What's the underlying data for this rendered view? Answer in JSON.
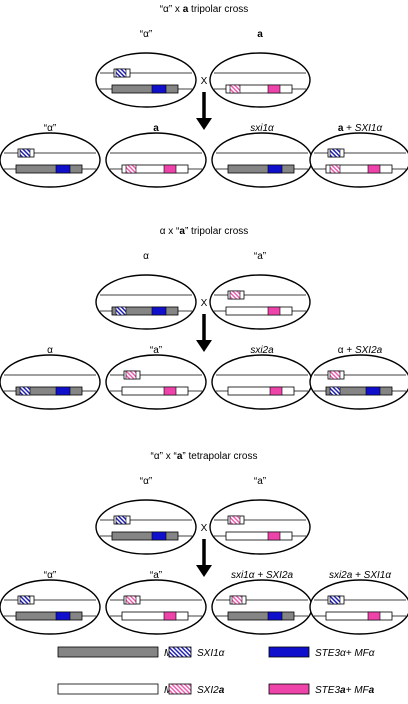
{
  "colors": {
    "mat_alpha": "#858585",
    "mat_a": "#ffffff",
    "ste_alpha": "#1010cc",
    "ste_a": "#ee44aa",
    "sxi_alpha_stripe": "#2424b4",
    "sxi_a_stripe": "#ee5fb0"
  },
  "panels": [
    {
      "title_parts": [
        "“α” x ",
        "a",
        " tripolar cross"
      ],
      "parents": [
        {
          "label_parts": [
            "“α”"
          ],
          "genotype": "alpha"
        },
        {
          "label_parts": [
            "a"
          ],
          "genotype": "a_full"
        }
      ],
      "cross_symbol": "X",
      "progeny": [
        {
          "label_parts": [
            "“α”"
          ],
          "genotype": "alpha"
        },
        {
          "label_parts": [
            "a"
          ],
          "genotype": "a_full"
        },
        {
          "label_parts": [
            "sxi1α"
          ],
          "genotype": "alpha_no_sxi"
        },
        {
          "label_parts": [
            "a",
            " + ",
            "SXI1α"
          ],
          "genotype": "a_full_plus_sxi1"
        }
      ]
    },
    {
      "title_parts": [
        "α x “",
        "a",
        "” tripolar cross"
      ],
      "parents": [
        {
          "label_parts": [
            "α"
          ],
          "genotype": "alpha_full"
        },
        {
          "label_parts": [
            "“a”"
          ],
          "genotype": "a"
        }
      ],
      "cross_symbol": "X",
      "progeny": [
        {
          "label_parts": [
            "α"
          ],
          "genotype": "alpha_full"
        },
        {
          "label_parts": [
            "“a”"
          ],
          "genotype": "a"
        },
        {
          "label_parts": [
            "sxi2a"
          ],
          "genotype": "a_no_sxi"
        },
        {
          "label_parts": [
            "α",
            " + ",
            "SXI2a"
          ],
          "genotype": "alpha_full_plus_sxi2"
        }
      ]
    },
    {
      "title_parts": [
        "“α” x “",
        "a",
        "” tetrapolar cross"
      ],
      "parents": [
        {
          "label_parts": [
            "“α”"
          ],
          "genotype": "alpha"
        },
        {
          "label_parts": [
            "“a”"
          ],
          "genotype": "a"
        }
      ],
      "cross_symbol": "X",
      "progeny": [
        {
          "label_parts": [
            "“α”"
          ],
          "genotype": "alpha"
        },
        {
          "label_parts": [
            "“a”"
          ],
          "genotype": "a"
        },
        {
          "label_parts": [
            "sxi1α + SXI2a"
          ],
          "genotype": "alpha_no_sxi_plus_sxi2"
        },
        {
          "label_parts": [
            "sxi2a + SXI1α"
          ],
          "genotype": "a_no_sxi_plus_sxi1"
        }
      ]
    }
  ],
  "legend": [
    {
      "key": "mat_alpha",
      "label_parts": [
        "MATα"
      ]
    },
    {
      "key": "sxi1",
      "label_parts": [
        "SXI1α"
      ]
    },
    {
      "key": "ste_alpha",
      "label_parts": [
        "STE3α+ MFα"
      ]
    },
    {
      "key": "mat_a",
      "label_parts": [
        "MAT",
        "a"
      ]
    },
    {
      "key": "sxi2",
      "label_parts": [
        "SXI2",
        "a"
      ]
    },
    {
      "key": "ste_a",
      "label_parts": [
        "STE3",
        "a",
        "+ MF",
        "a"
      ]
    }
  ]
}
